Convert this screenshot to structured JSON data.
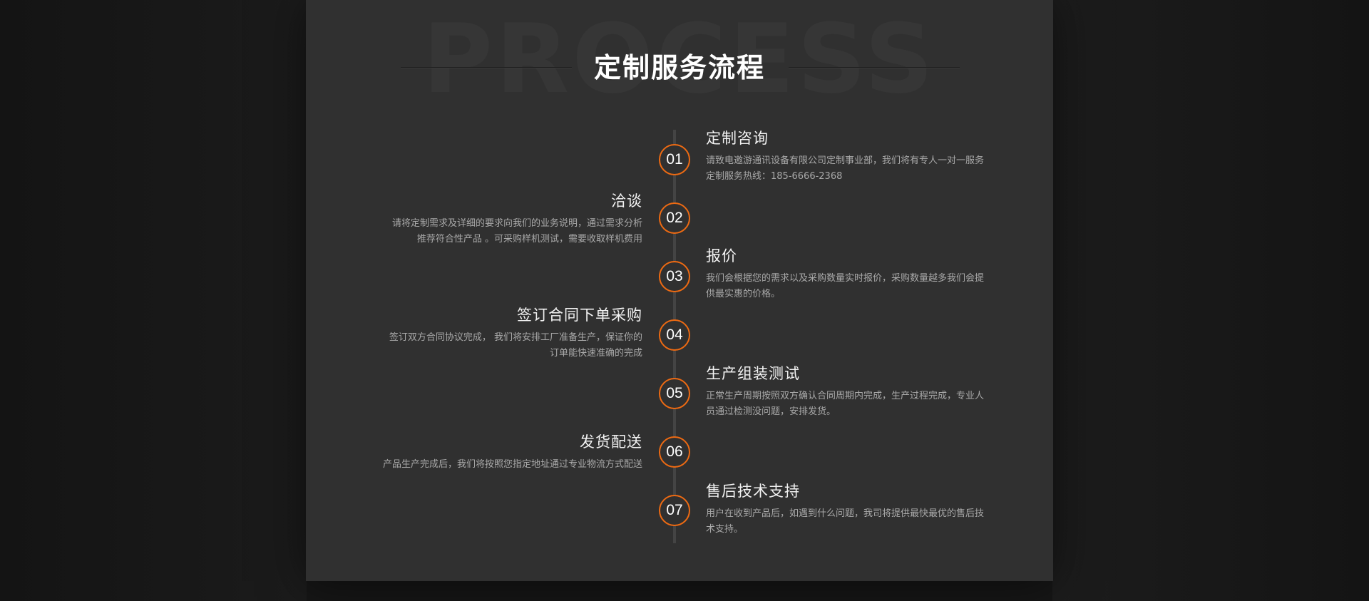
{
  "header": {
    "watermark": "PROCESS",
    "title": "定制服务流程"
  },
  "accent_color": "#ee6a12",
  "steps": [
    {
      "num": "01",
      "title": "定制咨询",
      "desc": [
        "请致电邀游通讯设备有限公司定制事业部，我们将有专人一对一服务",
        "定制服务热线：185-6666-2368"
      ]
    },
    {
      "num": "02",
      "title": "洽谈",
      "desc": [
        "请将定制需求及详细的要求向我们的业务说明，通过需求分析",
        "推荐符合性产品 。可采购样机测试，需要收取样机费用"
      ]
    },
    {
      "num": "03",
      "title": "报价",
      "desc": [
        "我们会根据您的需求以及采购数量实时报价，采购数量越多我们会提",
        "供最实惠的价格。"
      ]
    },
    {
      "num": "04",
      "title": "签订合同下单采购",
      "desc": [
        "签订双方合同协议完成， 我们将安排工厂准备生产，保证你的",
        "订单能快速准确的完成"
      ]
    },
    {
      "num": "05",
      "title": "生产组装测试",
      "desc": [
        "正常生产周期按照双方确认合同周期内完成，生产过程完成，专业人",
        "员通过检测没问题，安排发货。"
      ]
    },
    {
      "num": "06",
      "title": "发货配送",
      "desc": [
        "产品生产完成后，我们将按照您指定地址通过专业物流方式配送"
      ]
    },
    {
      "num": "07",
      "title": "售后技术支持",
      "desc": [
        "用户在收到产品后，如遇到什么问题，我司将提供最快最优的售后技",
        "术支持。"
      ]
    }
  ]
}
